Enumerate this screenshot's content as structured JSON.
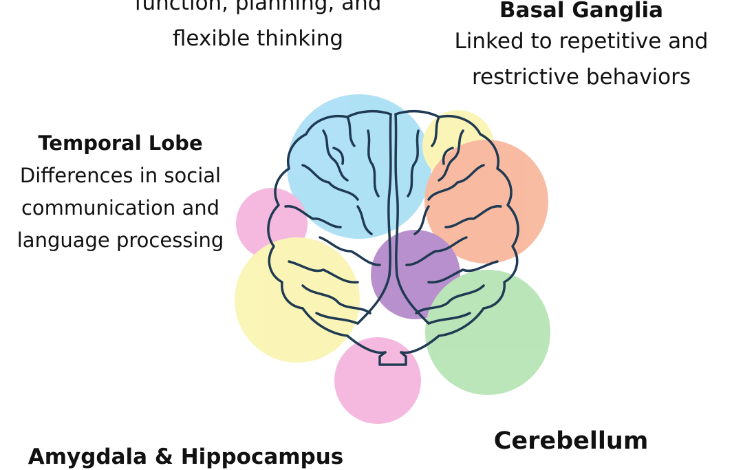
{
  "colors": {
    "outline": "#1f3a52",
    "blue": "#7fcff0",
    "yellow": "#f7f08a",
    "orange": "#f4936a",
    "pink": "#f08fce",
    "purple": "#8e4db0",
    "green": "#8fd68f"
  },
  "regions": {
    "frontal": {
      "description_lines": [
        "function, planning, and",
        "flexible thinking"
      ]
    },
    "basal_ganglia": {
      "title": "Basal Ganglia",
      "description_lines": [
        "Linked to repetitive and",
        "restrictive behaviors"
      ]
    },
    "temporal": {
      "title": "Temporal Lobe",
      "description_lines": [
        "Differences in social",
        "communication and",
        "language processing"
      ]
    },
    "amygdala": {
      "title": "Amygdala & Hippocampus"
    },
    "cerebellum": {
      "title": "Cerebellum"
    }
  }
}
